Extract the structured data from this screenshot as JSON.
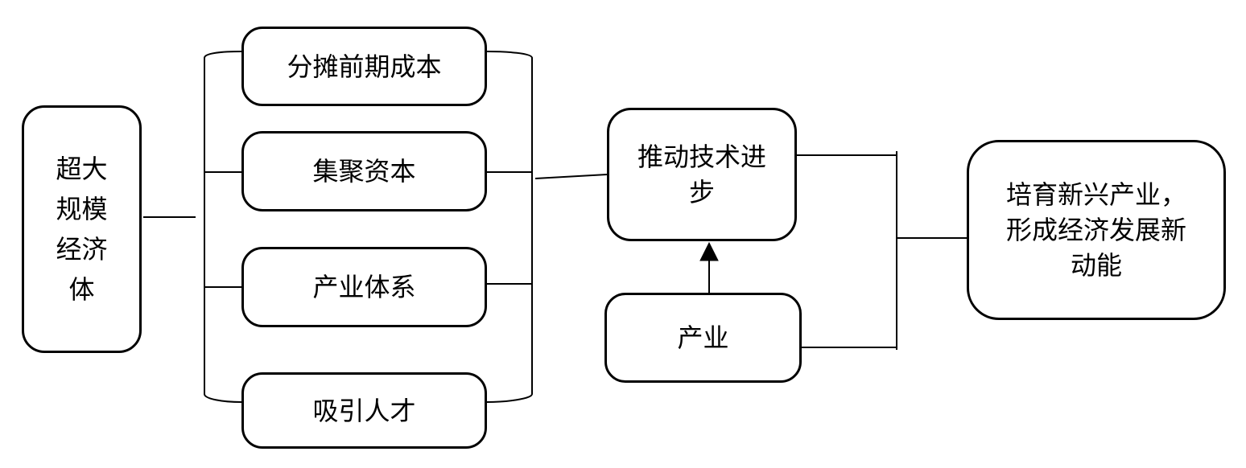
{
  "diagram": {
    "source": {
      "label": "超大规模经济体"
    },
    "channels": [
      {
        "label": "分摊前期成本"
      },
      {
        "label": "集聚资本"
      },
      {
        "label": "产业体系"
      },
      {
        "label": "吸引人才"
      }
    ],
    "tech": {
      "label": "推动技术进步"
    },
    "industry": {
      "label": "产业"
    },
    "outcome": {
      "label": "培育新兴产业，形成经济发展新动能"
    }
  }
}
